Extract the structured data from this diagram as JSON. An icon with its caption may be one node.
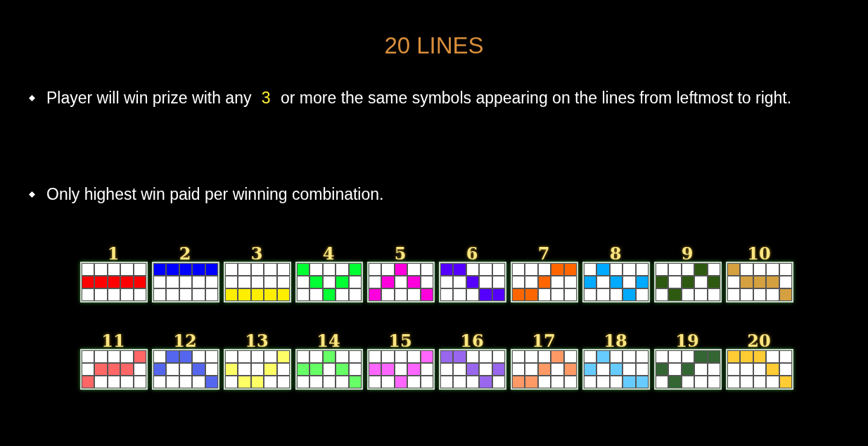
{
  "diagram": {
    "title": "20 LINES",
    "nodes": [
      {
        "text": [
          "1"
        ]
      },
      {
        "text": [
          "2"
        ]
      },
      {
        "text": [
          "3"
        ]
      },
      {
        "text": [
          "4"
        ]
      },
      {
        "text": [
          "5"
        ]
      },
      {
        "text": [
          "6"
        ]
      },
      {
        "text": [
          "7"
        ]
      },
      {
        "text": [
          "8"
        ]
      },
      {
        "text": [
          "9"
        ]
      },
      {
        "text": [
          "10"
        ]
      },
      {
        "text": [
          "11"
        ]
      },
      {
        "text": [
          "12"
        ]
      },
      {
        "text": [
          "13"
        ]
      },
      {
        "text": [
          "14"
        ]
      },
      {
        "text": [
          "15"
        ]
      },
      {
        "text": [
          "16"
        ]
      },
      {
        "text": [
          "17"
        ]
      },
      {
        "text": [
          "18"
        ]
      },
      {
        "text": [
          "19"
        ]
      },
      {
        "text": [
          "20"
        ]
      }
    ],
    "labels": [
      "Player will win prize with any **3** or more the same symbols appearing on the lines from leftmost to right.",
      "Only highest win paid per winning combination."
    ]
  }
}
